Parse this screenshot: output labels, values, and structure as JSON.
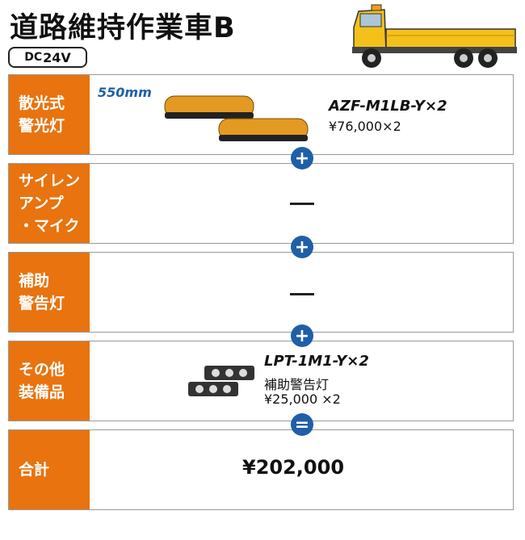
{
  "header": {
    "title": "道路維持作業車B",
    "voltage_prefix": "DC",
    "voltage_value": "24V"
  },
  "rows": [
    {
      "label_line1": "散光式",
      "label_line2": "警光灯",
      "size": "550mm",
      "product": "AZF-M1LB-Y×2",
      "price": "¥76,000×2"
    },
    {
      "label_line1": "サイレン",
      "label_line2": "アンプ",
      "label_line3": "・マイク"
    },
    {
      "label_line1": "補助",
      "label_line2": "警告灯"
    },
    {
      "label_line1": "その他",
      "label_line2": "装備品",
      "product": "LPT-1M1-Y×2",
      "desc": "補助警告灯",
      "price": "¥25,000 ×2"
    },
    {
      "label_line1": "合計",
      "total": "¥202,000"
    }
  ],
  "icons": {
    "plus": "+",
    "equals": "="
  },
  "colors": {
    "label_bg": "#e8730f",
    "accent": "#1f5fa8"
  }
}
